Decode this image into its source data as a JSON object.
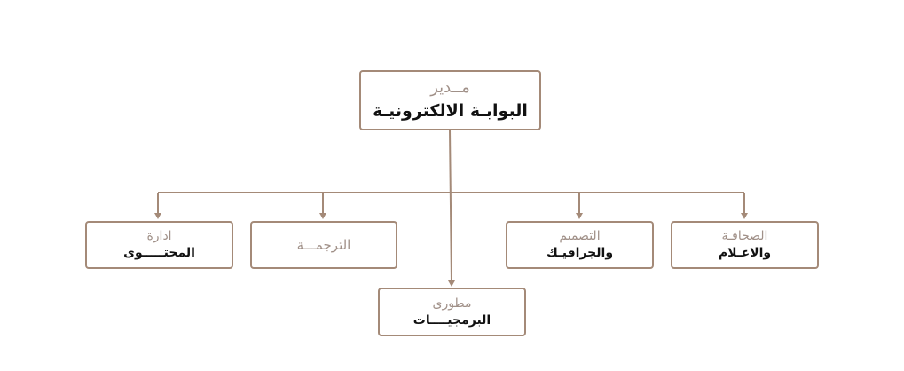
{
  "colors": {
    "line": "#a48a78",
    "subtitle": "#a09088",
    "title": "#111111"
  },
  "root": {
    "line1": "مــدير",
    "line2": "البوابـة الالكترونيـة"
  },
  "children": [
    {
      "line1": "الصحافـة",
      "line2": "والاعـلام"
    },
    {
      "line1": "التصميم",
      "line2": "والجرافيـك"
    },
    {
      "line1": "الترجمـــة",
      "line2": ""
    },
    {
      "line1": "ادارة",
      "line2": "المحتـــــوى"
    }
  ],
  "bottom": {
    "line1": "مطورى",
    "line2": "البرمجيــــات"
  }
}
